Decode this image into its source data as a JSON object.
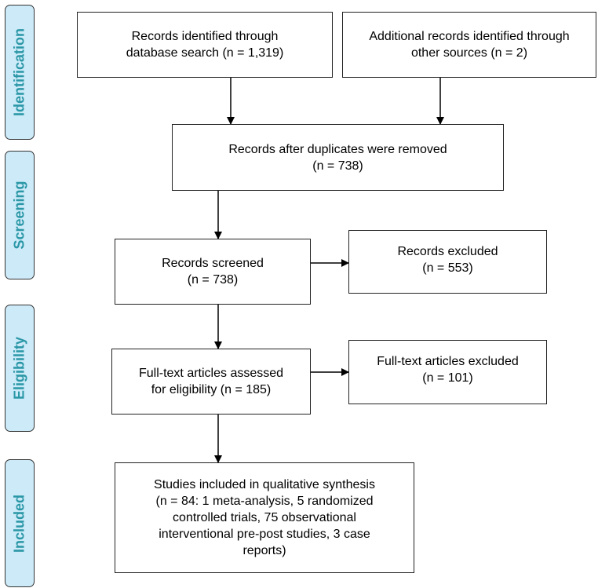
{
  "phases": [
    {
      "id": "identification",
      "label": "Identification"
    },
    {
      "id": "screening",
      "label": "Screening"
    },
    {
      "id": "eligibility",
      "label": "Eligibility"
    },
    {
      "id": "included",
      "label": "Included"
    }
  ],
  "boxes": {
    "database_search": {
      "lines": [
        "Records identified through",
        "database search (n = 1,319)"
      ]
    },
    "other_sources": {
      "lines": [
        "Additional records identified through",
        "other sources (n = 2)"
      ]
    },
    "duplicates_removed": {
      "lines": [
        "Records after duplicates were removed",
        "(n = 738)"
      ]
    },
    "screened": {
      "lines": [
        "Records screened",
        "(n = 738)"
      ]
    },
    "excluded": {
      "lines": [
        "Records excluded",
        "(n = 553)"
      ]
    },
    "fulltext_assessed": {
      "lines": [
        "Full-text articles assessed",
        "for eligibility (n = 185)"
      ]
    },
    "fulltext_excluded": {
      "lines": [
        "Full-text articles excluded",
        "(n = 101)"
      ]
    },
    "included_studies": {
      "lines": [
        "Studies included in qualitative synthesis",
        "(n = 84: 1 meta-analysis, 5 randomized",
        "controlled trials, 75 observational",
        "interventional pre-post studies, 3 case",
        "reports)"
      ]
    }
  }
}
